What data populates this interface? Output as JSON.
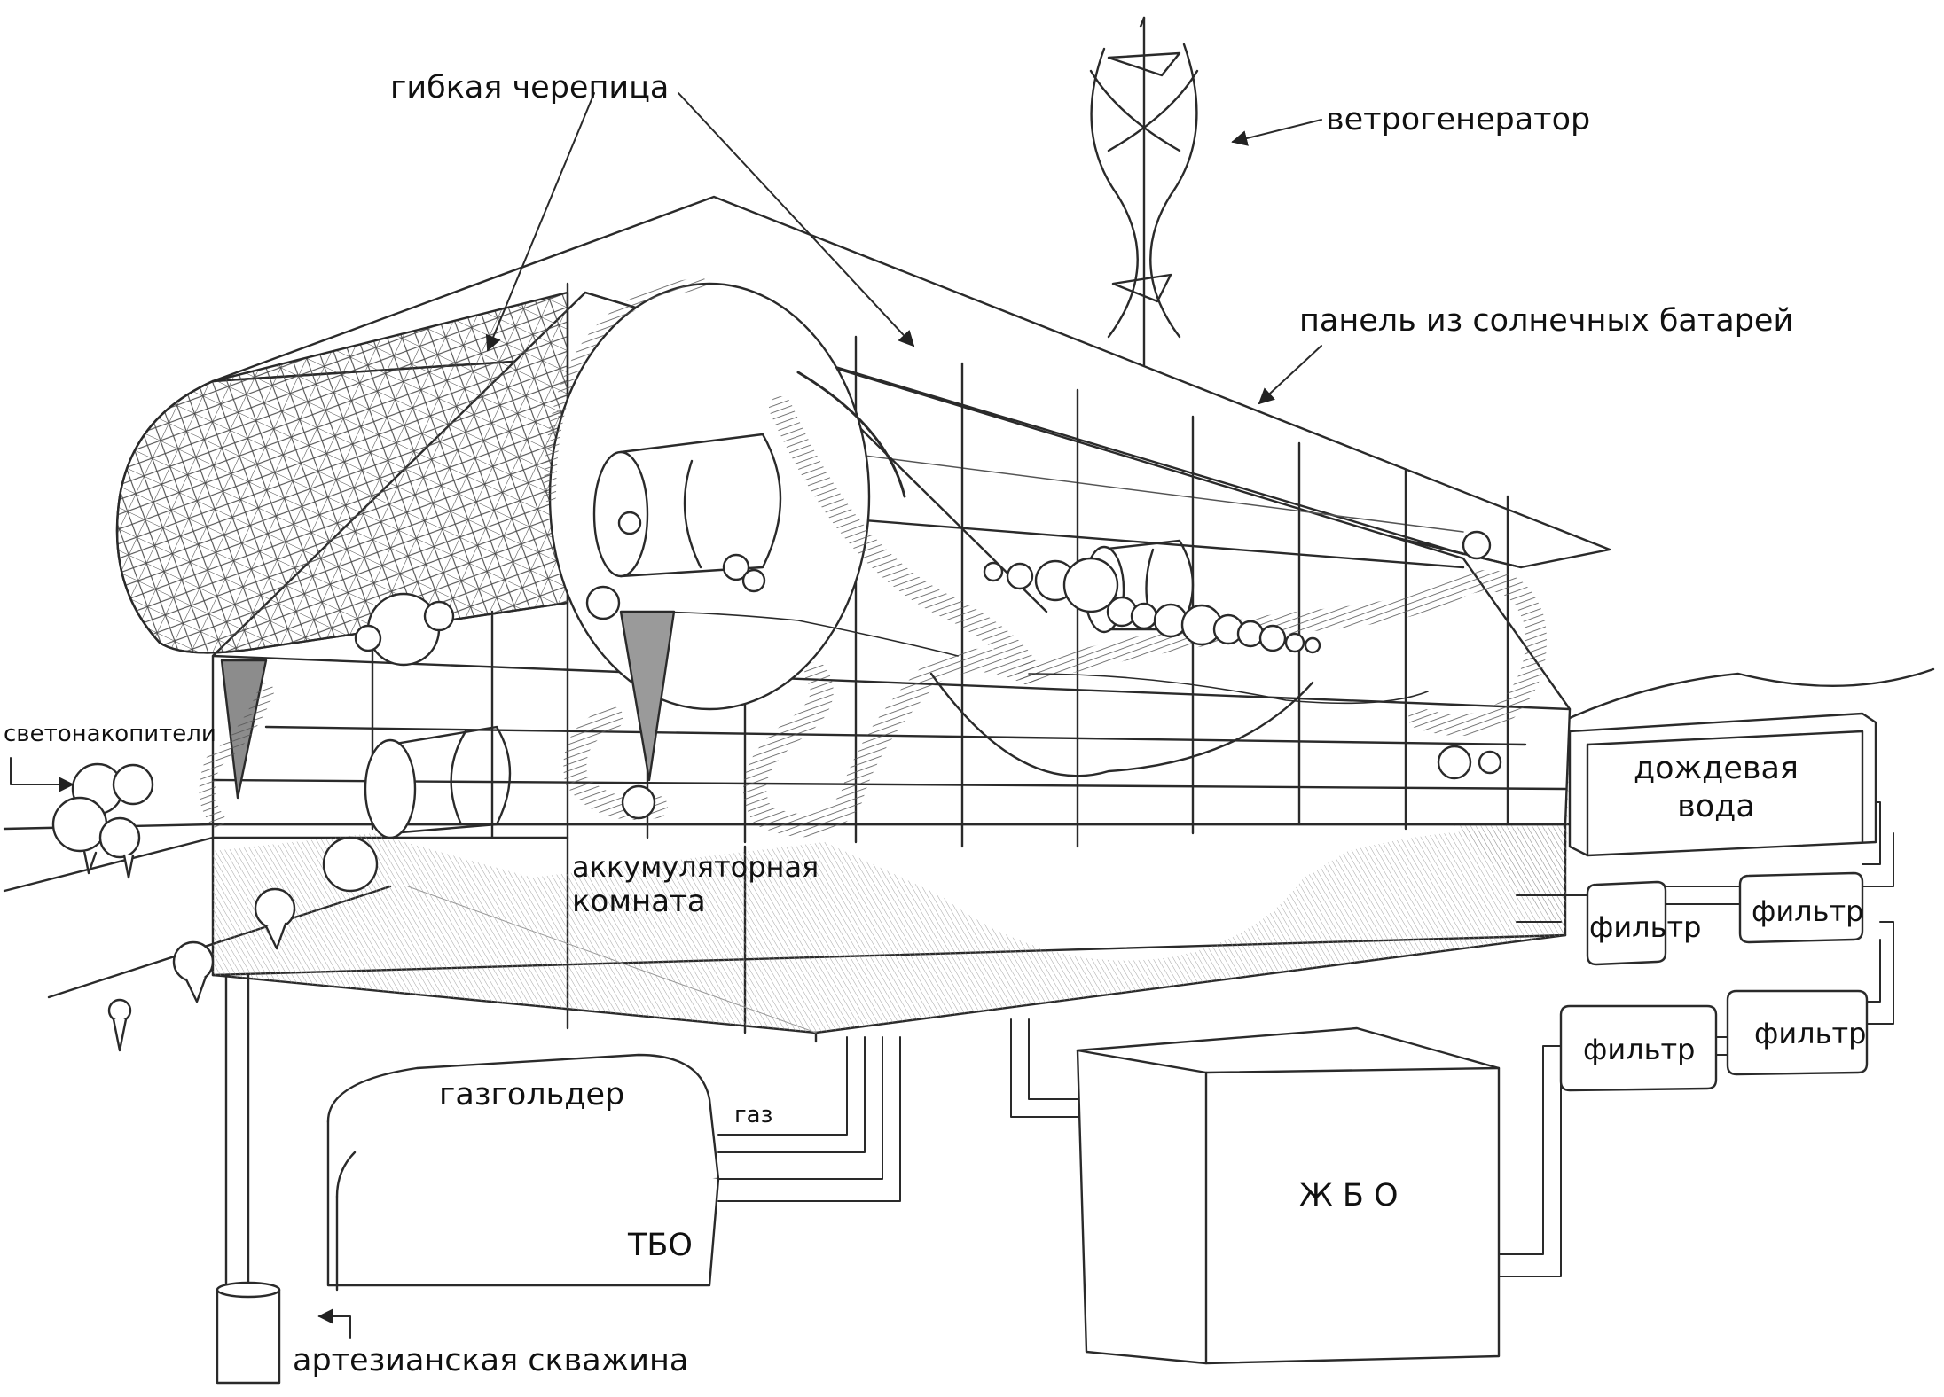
{
  "labels": {
    "flexible_tile": "гибкая черепица",
    "wind_generator": "ветрогенератор",
    "solar_panel": "панель из солнечных батарей",
    "light_storage": "светонакопители",
    "rain_water_line1": "дождевая",
    "rain_water_line2": "вода",
    "battery_room_line1": "аккумуляторная",
    "battery_room_line2": "комната",
    "filter_1": "фильтр",
    "filter_2": "фильтр",
    "filter_3": "фильтр",
    "filter_4": "фильтр",
    "gas_holder": "газгольдер",
    "gas": "газ",
    "tbo": "ТБО",
    "zhbo": "Ж Б О",
    "artesian_well": "артезианская скважина"
  }
}
